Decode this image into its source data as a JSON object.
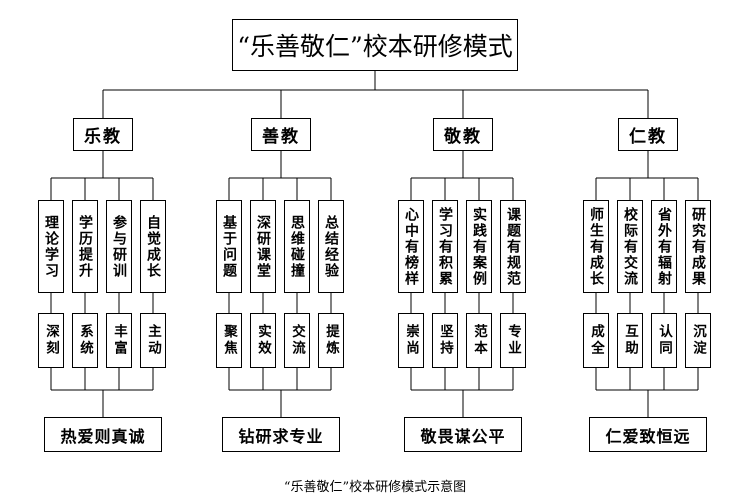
{
  "title": "“乐善敬仁”校本研修模式",
  "caption": "“乐善敬仁”校本研修模式示意图",
  "categories": [
    {
      "name": "乐教",
      "subs": [
        "理论学习",
        "学历提升",
        "参与研训",
        "自觉成长"
      ],
      "words": [
        "深刻",
        "系统",
        "丰富",
        "主动"
      ],
      "result": "热爱则真诚"
    },
    {
      "name": "善教",
      "subs": [
        "基于问题",
        "深研课堂",
        "思维碰撞",
        "总结经验"
      ],
      "words": [
        "聚焦",
        "实效",
        "交流",
        "提炼"
      ],
      "result": "钻研求专业"
    },
    {
      "name": "敬教",
      "subs": [
        "心中有榜样",
        "学习有积累",
        "实践有案例",
        "课题有规范"
      ],
      "words": [
        "崇尚",
        "坚持",
        "范本",
        "专业"
      ],
      "result": "敬畏谋公平"
    },
    {
      "name": "仁教",
      "subs": [
        "师生有成长",
        "校际有交流",
        "省外有辐射",
        "研究有成果"
      ],
      "words": [
        "成全",
        "互助",
        "认同",
        "沉淀"
      ],
      "result": "仁爱致恒远"
    }
  ]
}
